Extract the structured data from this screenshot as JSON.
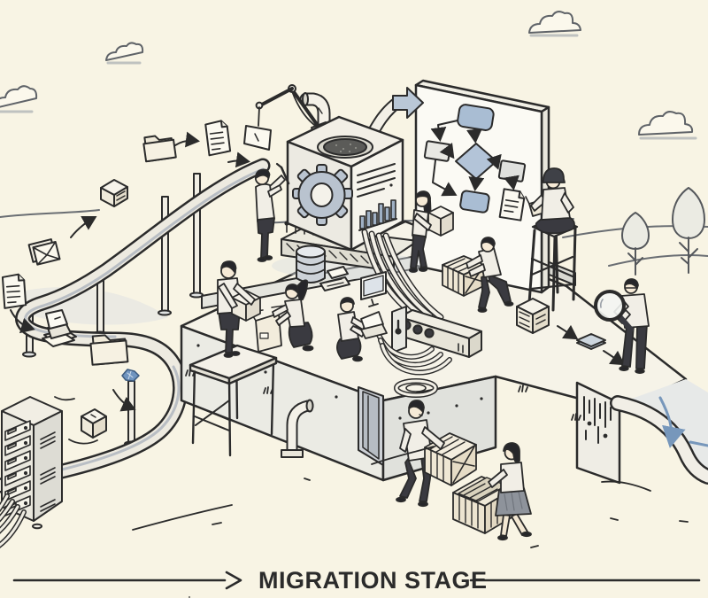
{
  "scene": {
    "caption": {
      "label": "MIGRATION STAGE"
    },
    "colors": {
      "background": "#f8f4e4",
      "ink": "#2b2b2b",
      "node_blue": "#a9bdd3",
      "diamond_blue": "#b3c4d8",
      "node_gray": "#e8e8e3",
      "node_gray2": "#dfe0dd",
      "arrow_blue": "#7797bb",
      "machine_arrow": "#b9c7d6",
      "gear_blue": "#b9c3cf",
      "paper_blue": "#6f94bf"
    },
    "elements": [
      "cloud",
      "hill",
      "tree",
      "conveyor-ramp",
      "document-icon",
      "folder-icon",
      "envelope-icon",
      "laptop-icon",
      "data-box",
      "blue-paper-scrap",
      "server-rack",
      "server-cables",
      "migration-machine",
      "gear-icon",
      "chimney-pipe",
      "crane-arm",
      "stats-panel",
      "database-cylinder",
      "monitor",
      "keyboard",
      "ports-box",
      "cable-coil",
      "flowchart-board",
      "flowchart-start-node",
      "flowchart-process-node-left",
      "flowchart-decision-diamond",
      "flowchart-process-node-right",
      "flowchart-end-node",
      "flowchart-document-node",
      "inspector-on-stool",
      "worker-machine-operator",
      "worker-carrying-box",
      "worker-packing-box",
      "worker-connecting-cables",
      "worker-pushing-crate",
      "worker-on-workbench",
      "worker-magnifying-glass",
      "worker-carrying-crate",
      "worker-pulling-crate",
      "wooden-crate",
      "delivery-slide",
      "exhaust-pipe",
      "workbench",
      "caption-arrow"
    ]
  }
}
